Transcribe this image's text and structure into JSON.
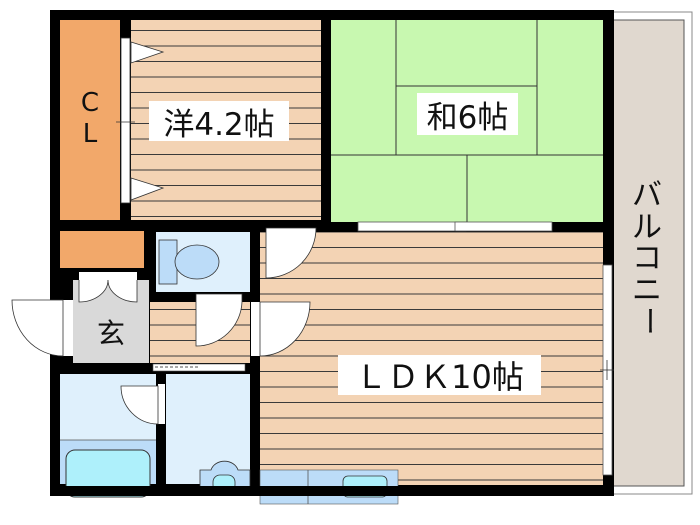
{
  "floor_plan": {
    "rooms": [
      {
        "id": "western_room",
        "label": "洋4.2帖",
        "type": "Western-style room",
        "size_jo": 4.2
      },
      {
        "id": "japanese_room",
        "label": "和6帖",
        "type": "Japanese-style tatami room",
        "size_jo": 6
      },
      {
        "id": "ldk",
        "label": "ＬＤＫ10帖",
        "type": "Living/Dining/Kitchen",
        "size_jo": 10
      },
      {
        "id": "closet",
        "label_chars": [
          "C",
          "L"
        ],
        "type": "Closet"
      },
      {
        "id": "entrance",
        "label": "玄",
        "type": "Entrance (genkan)"
      },
      {
        "id": "balcony",
        "label_chars": [
          "バ",
          "ル",
          "コ",
          "ニ",
          "ー"
        ],
        "type": "Balcony"
      },
      {
        "id": "toilet",
        "label": "",
        "type": "Toilet"
      },
      {
        "id": "bathroom",
        "label": "",
        "type": "Bath"
      },
      {
        "id": "washroom",
        "label": "",
        "type": "Washroom"
      }
    ],
    "colors": {
      "wall": "#000000",
      "closet": "#f2a86a",
      "wood_floor": "#f3d3b4",
      "wood_lines": "#3a3a3a",
      "tatami": "#c8f8b0",
      "balcony": "#e0d8cf",
      "entrance": "#d9d9d9",
      "wet_area": "#dff0fc",
      "fixture": "#bcdcf8",
      "tub": "#aef0fb",
      "label_bg": "#ffffff"
    }
  }
}
